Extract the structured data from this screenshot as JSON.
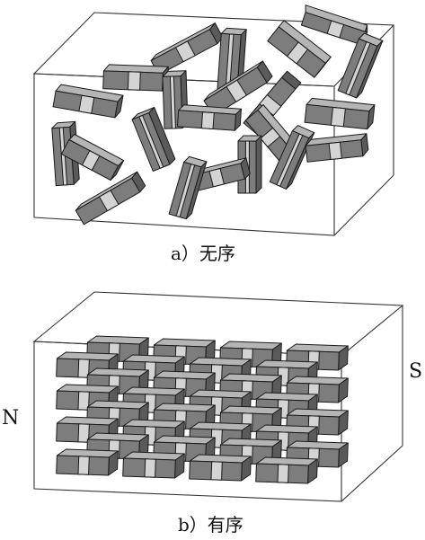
{
  "panels": [
    {
      "id": "a",
      "caption": "a）无序",
      "arrangement": "random"
    },
    {
      "id": "b",
      "caption": "b）有序",
      "arrangement": "aligned",
      "layers": 4,
      "rows_per_layer": 2,
      "cols": 4
    }
  ],
  "poles": {
    "north": "N",
    "south": "S"
  },
  "colors": {
    "block_top": "#b5b5b5",
    "block_side": "#7d7d7d",
    "block_end": "#5a5a5a",
    "block_band": "#d4d4d4",
    "outline": "#1a1a1a"
  }
}
